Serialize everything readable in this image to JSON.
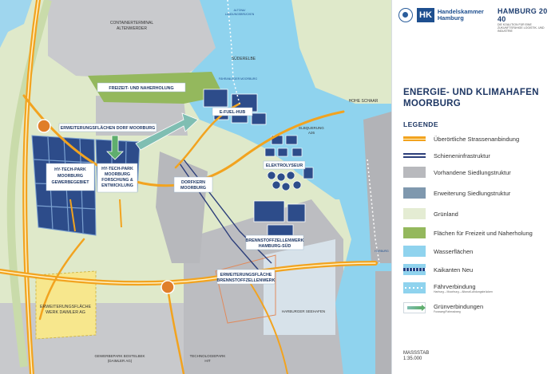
{
  "header": {
    "hk_label": "HK",
    "hk_name_line1": "Handelskammer",
    "hk_name_line2": "Hamburg",
    "logo2040_main": "HAMBURG 20 40",
    "logo2040_sub": "DIE KOALITION FÜR EINE ZUKUNFTSFÄHIGE LOGISTIK- UND INDUSTRIE"
  },
  "title_line1": "ENERGIE- UND KLIMAHAFEN",
  "title_line2": "MOORBURG",
  "legend": {
    "title": "LEGENDE",
    "items": [
      {
        "label": "Überörtliche Strassenanbindung",
        "sub": ""
      },
      {
        "label": "Schieneninfrastruktur",
        "sub": ""
      },
      {
        "label": "Vorhandene Siedlungstruktur",
        "sub": ""
      },
      {
        "label": "Erweiterung Siedlungstruktur",
        "sub": ""
      },
      {
        "label": "Grünland",
        "sub": ""
      },
      {
        "label": "Flächen für Freizeit und Naherholung",
        "sub": ""
      },
      {
        "label": "Wasserflächen",
        "sub": ""
      },
      {
        "label": "Kaikanten Neu",
        "sub": ""
      },
      {
        "label": "Fährverbindung",
        "sub": "Harburg – Moorburg – Altona/Landungsbrücken"
      },
      {
        "label": "Grünverbindungen",
        "sub": "Fussweg/Fahrradweg"
      }
    ]
  },
  "scale": {
    "label": "MASSSTAB",
    "value": "1:35.000"
  },
  "map": {
    "containerterminal_1": "CONTAINERTERMINAL",
    "containerterminal_2": "ALTENWERDER",
    "altona_1": "ALTONA/",
    "altona_2": "LANDUNGSBRÜCKEN",
    "suederelbe": "SÜDERELBE",
    "hohe_schaar": "HOHE SCHAAR",
    "freizeit": "FREIZEIT- UND NAHERHOLUNG",
    "faehranleger": "FÄHRANLEGER MOORBURG",
    "erweiterung_dorf": "ERWEITERUNGSFLÄCHEN DORF MOORBURG",
    "efuel": "E-FUEL-HUB",
    "elbquerung_1": "ELBQUERUNG",
    "elbquerung_2": "A26",
    "hytech1_1": "HY-TECH-PARK",
    "hytech1_2": "MOORBURG",
    "hytech1_3": "GEWERBEGEBIET",
    "hytech2_1": "HY-TECH-PARK",
    "hytech2_2": "MOORBURG",
    "hytech2_3": "FORSCHUNG &",
    "hytech2_4": "ENTWICKLUNG",
    "elektrolyseur": "ELEKTROLYSEUR",
    "dorfkern_1": "DORFKERN",
    "dorfkern_2": "MOORBURG",
    "bzw_1": "BRENNSTOFFZELLENWERK",
    "bzw_2": "HAMBURG-SÜD",
    "erw_bzw_1": "ERWEITERUNGSFLÄCHE",
    "erw_bzw_2": "BRENNSTOFFZELLENWERK",
    "harburg": "HARBURG",
    "harburger_seehafen": "HARBURGER SEEHAFEN",
    "daimler_1": "ERWEITERUNGSFLÄCHE",
    "daimler_2": "WERK DAIMLER AG",
    "bostelbek_1": "GEWERBEPARK BOSTELBEK",
    "bostelbek_2": "(DAIMLER AG)",
    "techpark_1": "TECHNOLOGIEPARK",
    "techpark_2": "HIT"
  },
  "colors": {
    "water": "#8fd3ee",
    "green": "#dce8c6",
    "leisure": "#94b85d",
    "settlement": "#b8b9bd",
    "extension": "#7f98ae",
    "quay": "#1f3f82",
    "road": "#f2a31f",
    "rail": "#2c3e7a"
  }
}
